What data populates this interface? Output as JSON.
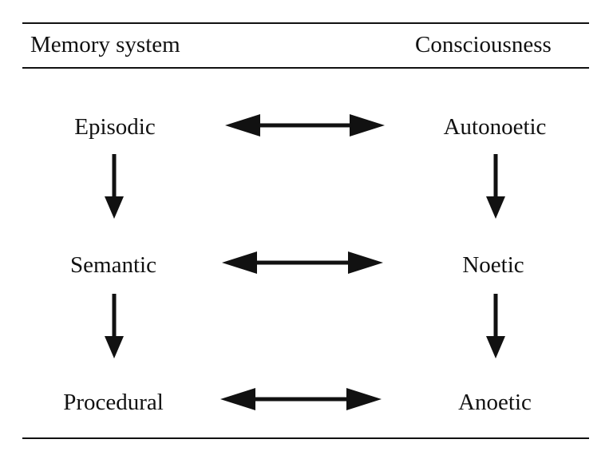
{
  "headers": {
    "left": "Memory system",
    "right": "Consciousness"
  },
  "memory_systems": [
    "Episodic",
    "Semantic",
    "Procedural"
  ],
  "consciousness_types": [
    "Autonoetic",
    "Noetic",
    "Anoetic"
  ]
}
